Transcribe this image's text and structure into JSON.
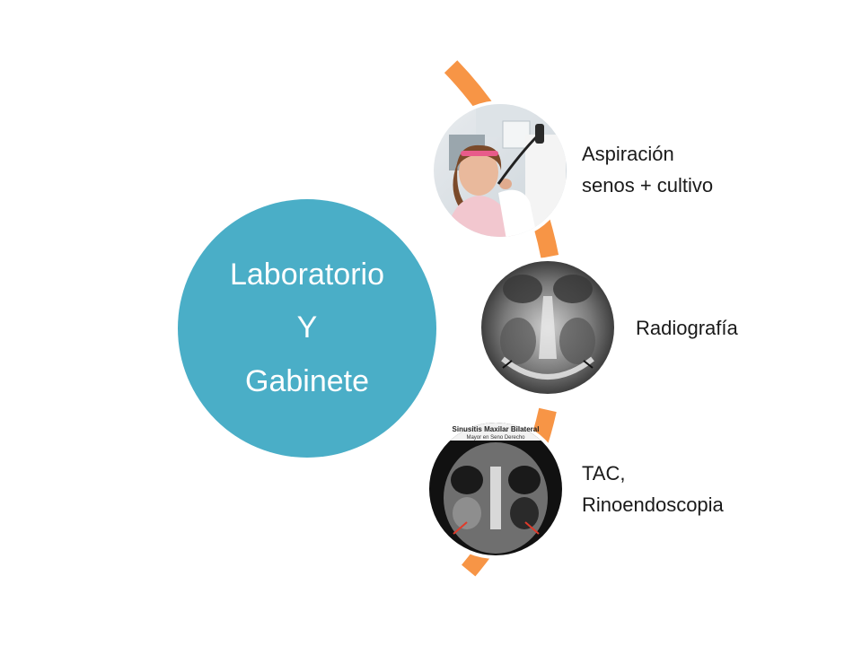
{
  "colors": {
    "hub": "#4aaec7",
    "connector": "#f79546",
    "node_border": "#ffffff"
  },
  "hub": {
    "lines": [
      "Laboratorio",
      "Y",
      "Gabinete"
    ]
  },
  "nodes": [
    {
      "image": "photo-girl-nasal-endoscopy",
      "label_lines": [
        "Aspiración",
        "senos + cultivo"
      ]
    },
    {
      "image": "xray-paranasal-sinuses",
      "label_lines": [
        "Radiografía"
      ]
    },
    {
      "image": "ct-scan-maxillary-sinuses",
      "image_caption": [
        "Sinusitis Maxilar Bilateral",
        "Mayor en Seno Derecho"
      ],
      "label_lines": [
        "TAC,",
        "Rinoendoscopia"
      ]
    }
  ]
}
